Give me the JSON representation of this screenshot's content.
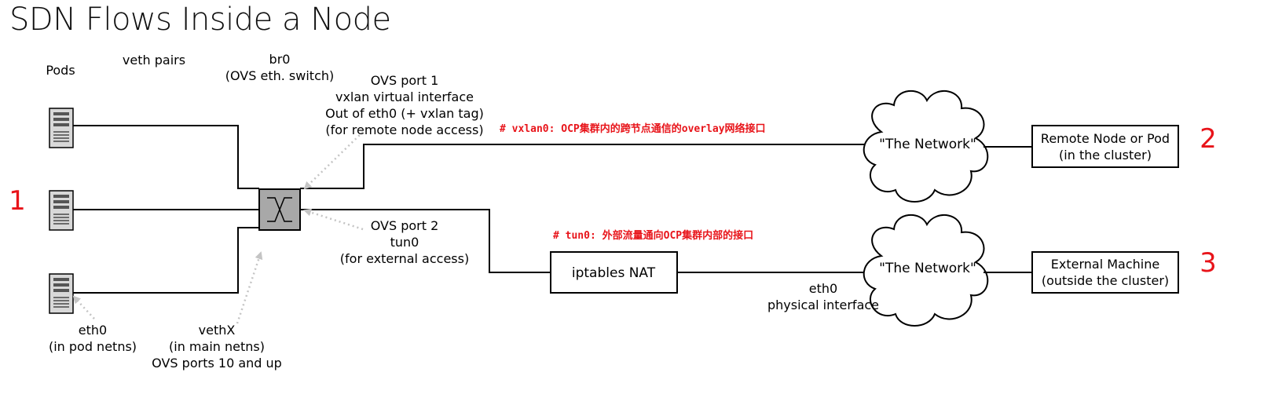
{
  "title": "SDN Flows Inside a Node",
  "labels": {
    "pods": "Pods",
    "veth_pairs": "veth pairs",
    "br0_line1": "br0",
    "br0_line2": "(OVS eth. switch)",
    "ovs_port1_line1": "OVS port 1",
    "ovs_port1_line2": "vxlan virtual interface",
    "ovs_port1_line3": "Out of eth0 (+ vxlan tag)",
    "ovs_port1_line4": "(for remote node access)",
    "ovs_port2_line1": "OVS port 2",
    "ovs_port2_line2": "tun0",
    "ovs_port2_line3": "(for external access)",
    "eth0_pod_line1": "eth0",
    "eth0_pod_line2": "(in pod netns)",
    "vethx_line1": "vethX",
    "vethx_line2": "(in main netns)",
    "vethx_line3": "OVS ports 10 and up",
    "iptables": "iptables NAT",
    "network": "\"The Network\"",
    "eth0_phys_line1": "eth0",
    "eth0_phys_line2": "physical interface",
    "remote_line1": "Remote Node or Pod",
    "remote_line2": "(in the cluster)",
    "external_line1": "External Machine",
    "external_line2": "(outside the cluster)"
  },
  "annotations": {
    "vxlan0": "# vxlan0: OCP集群内的跨节点通信的overlay网络接口",
    "tun0": "# tun0: 外部流量通向OCP集群内部的接口"
  },
  "markers": {
    "one": "1",
    "two": "2",
    "three": "3"
  },
  "colors": {
    "annotation": "#e8141a",
    "switch_fill": "#a8a8a8",
    "arrow": "#c4c4c4",
    "line": "#000000"
  }
}
